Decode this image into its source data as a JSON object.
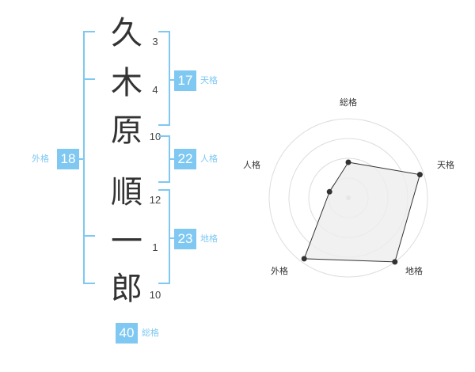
{
  "name": {
    "characters": [
      {
        "char": "久",
        "strokes": "3"
      },
      {
        "char": "木",
        "strokes": "4"
      },
      {
        "char": "原",
        "strokes": "10"
      },
      {
        "char": "順",
        "strokes": "12"
      },
      {
        "char": "一",
        "strokes": "1"
      },
      {
        "char": "郎",
        "strokes": "10"
      }
    ]
  },
  "fortunes": {
    "tenkaku": {
      "value": "17",
      "label": "天格"
    },
    "jinkaku": {
      "value": "22",
      "label": "人格"
    },
    "chikaku": {
      "value": "23",
      "label": "地格"
    },
    "gaikaku": {
      "value": "18",
      "label": "外格"
    },
    "soukaku": {
      "value": "40",
      "label": "総格"
    }
  },
  "colors": {
    "accent": "#7fc8f2",
    "text": "#333333",
    "radar_fill": "#eeeeee",
    "radar_stroke": "#333333",
    "ring": "#dddddd"
  },
  "chart_data": {
    "type": "radar",
    "axes": [
      "総格",
      "天格",
      "地格",
      "外格",
      "人格"
    ],
    "values": [
      0.45,
      0.95,
      1.0,
      0.95,
      0.25
    ],
    "rings": 4
  }
}
